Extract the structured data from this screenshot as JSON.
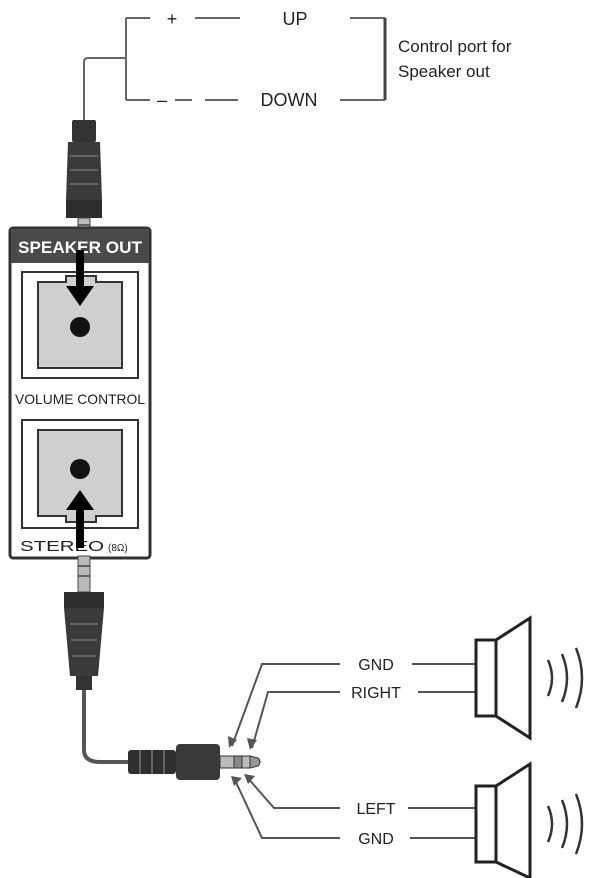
{
  "control": {
    "plus": "+",
    "minus": "–",
    "up": "UP",
    "down": "DOWN",
    "note_line1": "Control port for",
    "note_line2": "Speaker out"
  },
  "panel": {
    "title": "SPEAKER OUT",
    "volume_label": "VOLUME CONTROL",
    "stereo_label": "STEREO",
    "impedance": "(8Ω)"
  },
  "plug_wiring": {
    "gnd_top": "GND",
    "right": "RIGHT",
    "left": "LEFT",
    "gnd_bottom": "GND"
  },
  "colors": {
    "panel_header": "#4a4a4a",
    "jack_fill": "#cfcfcf",
    "line": "#555555"
  }
}
